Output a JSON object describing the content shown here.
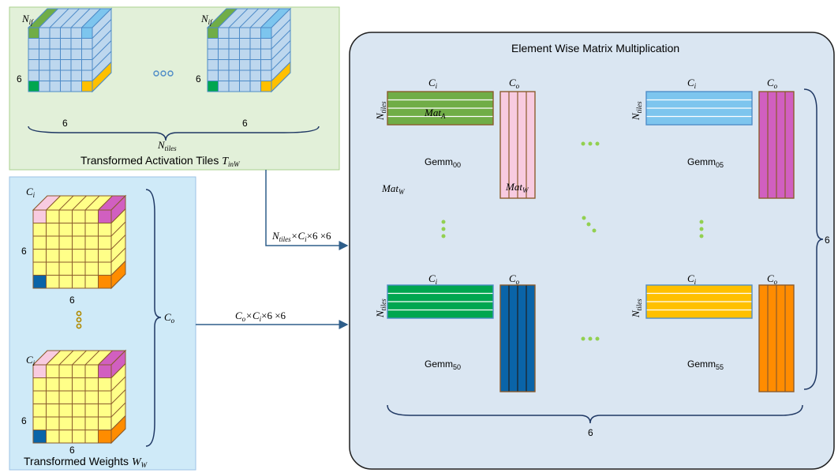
{
  "panels": {
    "activation": {
      "caption": "Transformed Activation Tiles ",
      "caption_sym": "T",
      "caption_sub": "inW"
    },
    "weights": {
      "caption": "Transformed Weights ",
      "caption_sym": "W",
      "caption_sub": "W"
    },
    "ewmm": {
      "title": "Element Wise Matrix Multiplication"
    }
  },
  "cube_labels": {
    "nif": "N",
    "nif_sub": "if",
    "ci": "C",
    "ci_sub": "i",
    "co": "C",
    "co_sub": "o",
    "six": "6",
    "ntiles": "N",
    "ntiles_sub": "tiles"
  },
  "arrows": {
    "act_to_ewmm": "N",
    "act_to_ewmm_sub": "tiles",
    "act_to_ewmm_rest": "×C",
    "act_to_ewmm_rest_sub": "i",
    "act_to_ewmm_tail": "×6 ×6",
    "w_to_ewmm": "C",
    "w_to_ewmm_sub": "o",
    "w_to_ewmm_mid": "×C",
    "w_to_ewmm_mid_sub": "i",
    "w_to_ewmm_tail": "×6 ×6"
  },
  "gemms": [
    {
      "label": "Gemm",
      "sub": "00"
    },
    {
      "label": "Gemm",
      "sub": "05"
    },
    {
      "label": "Gemm",
      "sub": "50"
    },
    {
      "label": "Gemm",
      "sub": "55"
    }
  ],
  "mat_labels": {
    "mat_a": "Mat",
    "mat_a_sub": "A",
    "mat_w": "Mat",
    "mat_w_sub": "W"
  },
  "dims": {
    "six": "6"
  },
  "colors": {
    "act_panel": "#e2f0d9",
    "w_panel": "#cfeaf8",
    "ewmm_panel": "#dae6f2",
    "act_cube": "#bdd7ee",
    "w_cube": "#ffff88",
    "act_green": "#70ad47",
    "pink": "#f8cbe0",
    "magenta": "#d15fc0",
    "blue_mat": "#7dc5ee",
    "green_mat": "#00a650",
    "navy_mat": "#0a64a8",
    "yellow_mat": "#ffc000",
    "orange_mat": "#ff8c00",
    "edge_blue": "#4e8bc7",
    "edge_brown": "#8a5a2b"
  }
}
